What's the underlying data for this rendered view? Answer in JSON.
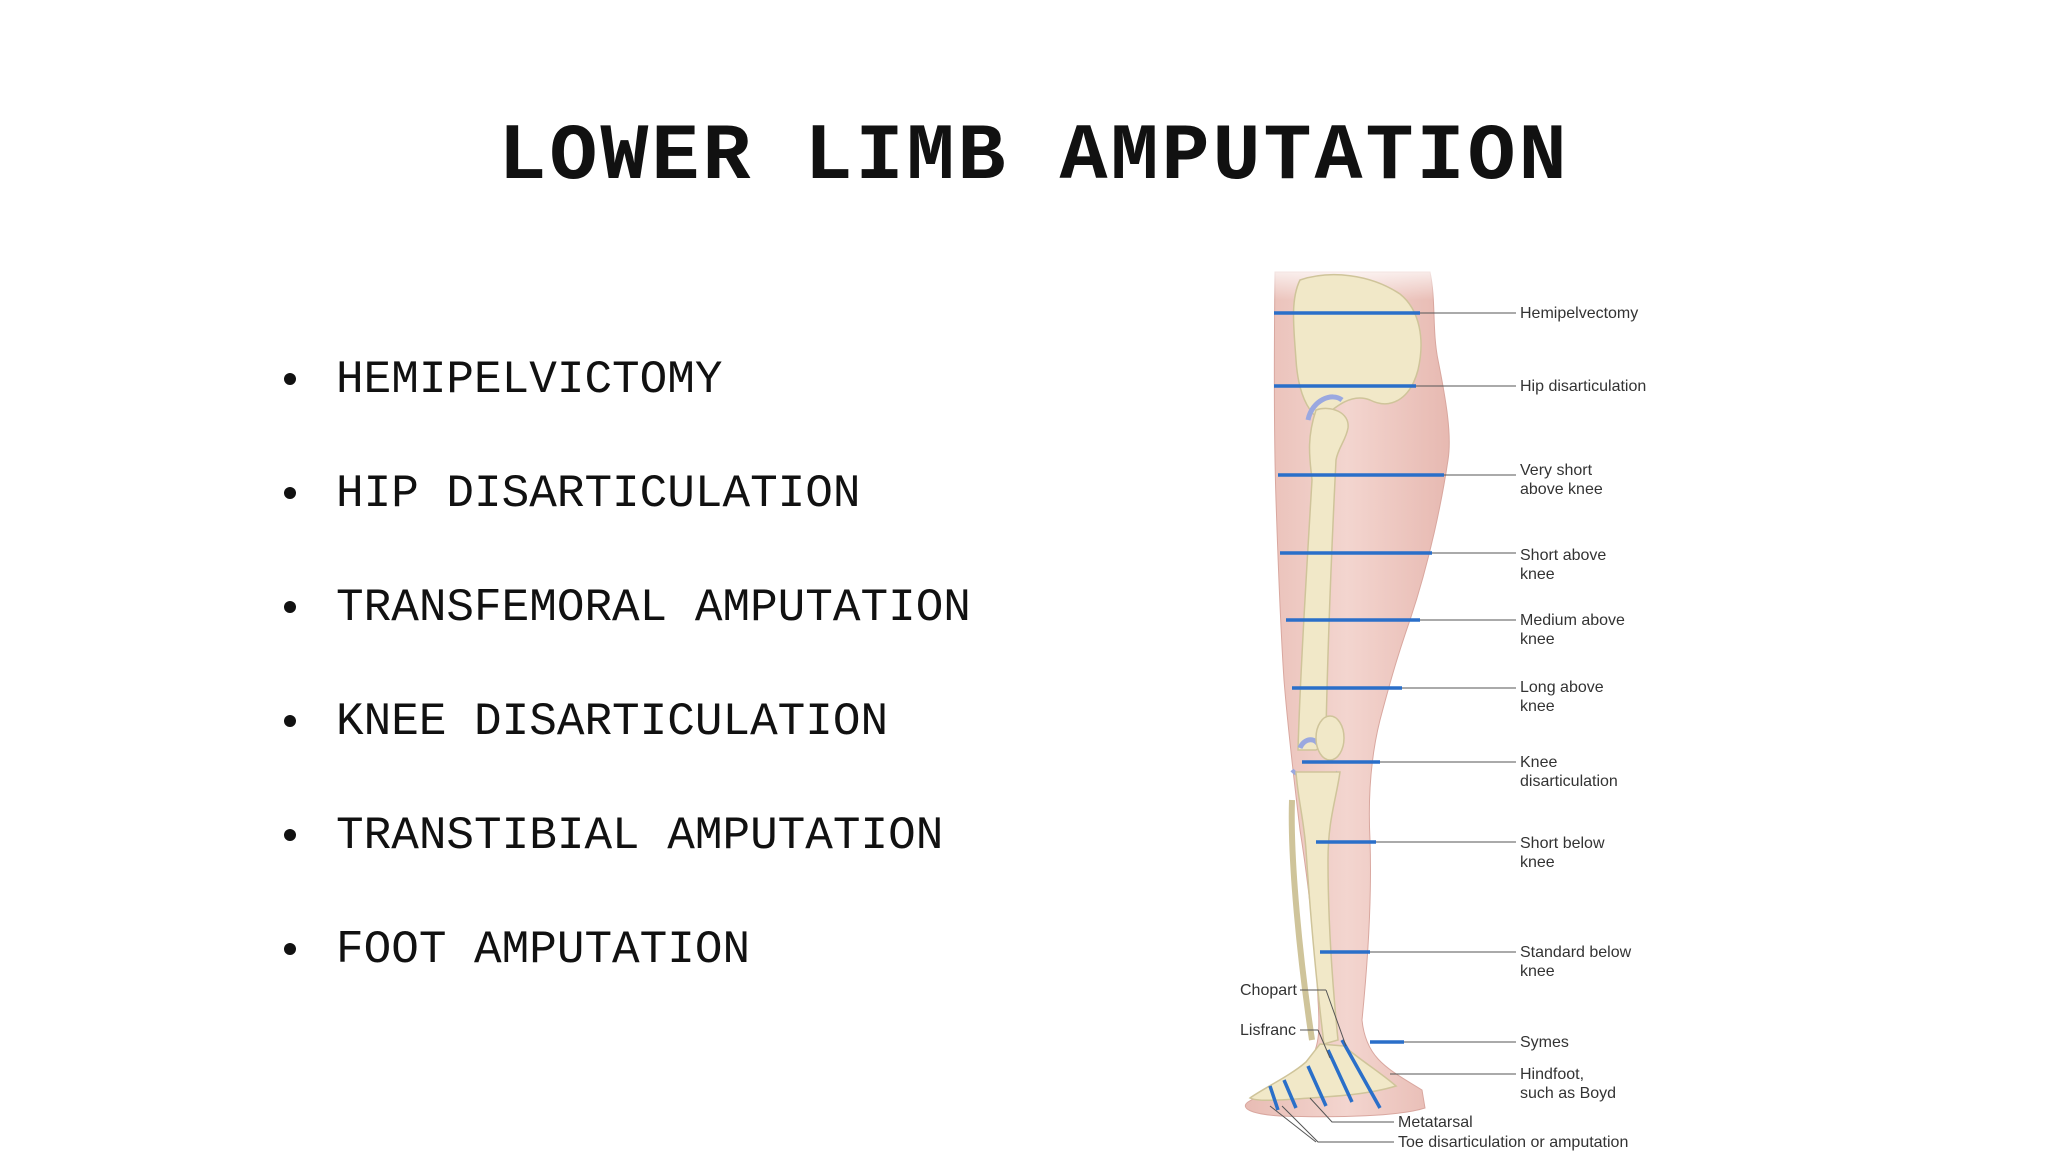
{
  "slide": {
    "title": "LOWER LIMB AMPUTATION",
    "bullets": [
      "HEMIPELVICTOMY",
      "HIP DISARTICULATION",
      "TRANSFEMORAL AMPUTATION",
      "KNEE DISARTICULATION",
      "TRANSTIBIAL AMPUTATION",
      "FOOT AMPUTATION"
    ]
  },
  "figure": {
    "right_labels": [
      [
        "Hemipelvectomy"
      ],
      [
        "Hip disarticulation"
      ],
      [
        "Very short",
        "above knee"
      ],
      [
        "Short above",
        "knee"
      ],
      [
        "Medium above",
        "knee"
      ],
      [
        "Long above",
        "knee"
      ],
      [
        "Knee",
        "disarticulation"
      ],
      [
        "Short below",
        "knee"
      ],
      [
        "Standard below",
        "knee"
      ],
      [
        "Symes"
      ],
      [
        "Hindfoot,",
        "such as Boyd"
      ]
    ],
    "left_labels": [
      "Chopart",
      "Lisfranc"
    ],
    "bottom_labels": [
      "Metatarsal",
      "Toe disarticulation or amputation"
    ],
    "colors": {
      "cut_line": "#2a6fc9",
      "skin": "#efc9c2",
      "bone": "#f1e8c8",
      "cartilage": "#9aa8e0"
    }
  }
}
